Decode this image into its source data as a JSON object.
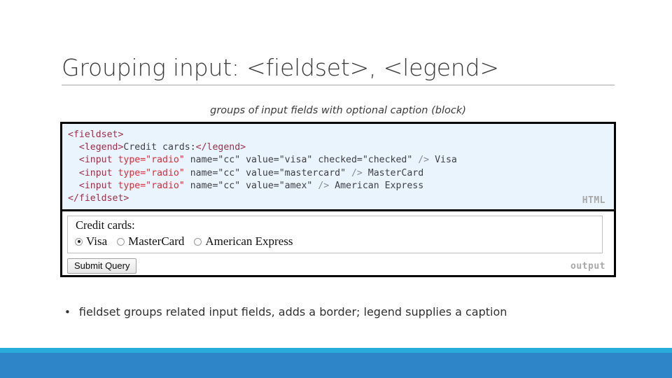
{
  "slide": {
    "title": "Grouping input: <fieldset>, <legend>",
    "subtitle": "groups of input fields with optional caption (block)"
  },
  "code_pane": {
    "label": "HTML",
    "lines": [
      {
        "segments": [
          {
            "text": "<fieldset>",
            "style": "tag"
          }
        ]
      },
      {
        "segments": [
          {
            "text": "  ",
            "style": "plain"
          },
          {
            "text": "<legend>",
            "style": "tag"
          },
          {
            "text": "Credit cards:",
            "style": "plain"
          },
          {
            "text": "</legend>",
            "style": "tag"
          }
        ]
      },
      {
        "segments": [
          {
            "text": "  ",
            "style": "plain"
          },
          {
            "text": "<input",
            "style": "tag"
          },
          {
            "text": " ",
            "style": "plain"
          },
          {
            "text": "type=\"radio\"",
            "style": "attr-hi"
          },
          {
            "text": " name=\"cc\" value=\"visa\" checked=\"checked\" ",
            "style": "plain"
          },
          {
            "text": "/>",
            "style": "slash"
          },
          {
            "text": " Visa",
            "style": "plain"
          }
        ]
      },
      {
        "segments": [
          {
            "text": "  ",
            "style": "plain"
          },
          {
            "text": "<input",
            "style": "tag"
          },
          {
            "text": " ",
            "style": "plain"
          },
          {
            "text": "type=\"radio\"",
            "style": "attr-hi"
          },
          {
            "text": " name=\"cc\" value=\"mastercard\" ",
            "style": "plain"
          },
          {
            "text": "/>",
            "style": "slash"
          },
          {
            "text": " MasterCard",
            "style": "plain"
          }
        ]
      },
      {
        "segments": [
          {
            "text": "  ",
            "style": "plain"
          },
          {
            "text": "<input",
            "style": "tag"
          },
          {
            "text": " ",
            "style": "plain"
          },
          {
            "text": "type=\"radio\"",
            "style": "attr-hi"
          },
          {
            "text": " name=\"cc\" value=\"amex\" ",
            "style": "plain"
          },
          {
            "text": "/>",
            "style": "slash"
          },
          {
            "text": " American Express",
            "style": "plain"
          }
        ]
      },
      {
        "segments": [
          {
            "text": "</fieldset>",
            "style": "tag"
          }
        ]
      }
    ]
  },
  "output_pane": {
    "label": "output",
    "legend": "Credit cards:",
    "radios": [
      {
        "label": "Visa",
        "checked": true
      },
      {
        "label": "MasterCard",
        "checked": false
      },
      {
        "label": "American Express",
        "checked": false
      }
    ],
    "submit_label": "Submit Query"
  },
  "bullets": [
    {
      "marker": "•",
      "text": "fieldset groups related input fields, adds a border; legend supplies a caption"
    }
  ],
  "colors": {
    "code_background": "#e9f4fd",
    "tag": "#9c3048",
    "attribute_highlight": "#e02a38",
    "plain_code": "#3f3f46",
    "bar_thin": "#29abd9",
    "bar_thick": "#2e86c8"
  }
}
